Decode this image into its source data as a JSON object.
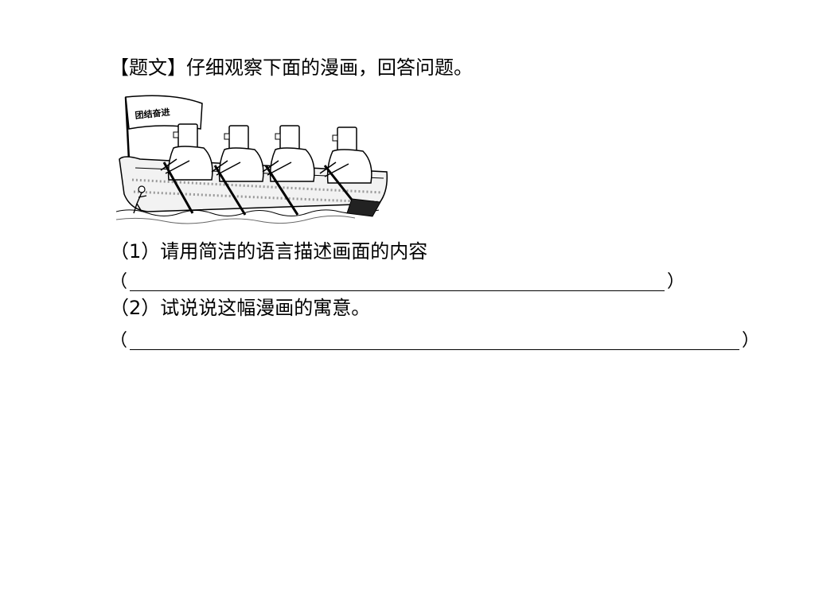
{
  "question": {
    "title": "【题文】仔细观察下面的漫画，回答问题。",
    "comic": {
      "flag_text": "团结奋进"
    },
    "items": [
      {
        "prompt": "（1）请用简洁的语言描述画面的内容",
        "answer_open": "（",
        "answer_close": "）"
      },
      {
        "prompt": "（2）试说说这幅漫画的寓意。",
        "answer_open": "（",
        "answer_close": "）"
      }
    ]
  }
}
